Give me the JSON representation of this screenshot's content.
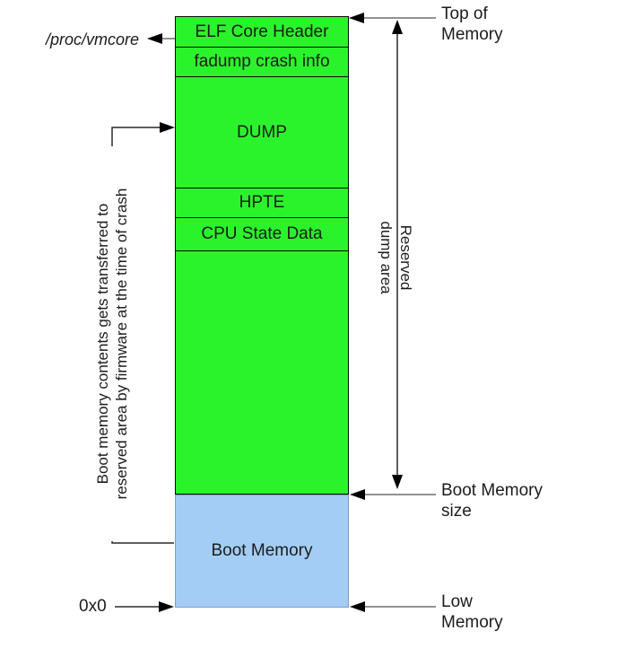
{
  "diagram": {
    "regions": {
      "sections": [
        {
          "label": "ELF Core Header"
        },
        {
          "label": "fadump crash info"
        },
        {
          "label": "DUMP"
        },
        {
          "label": "HPTE"
        },
        {
          "label": "CPU State Data"
        },
        {
          "label": ""
        }
      ],
      "boot_memory": {
        "label": "Boot Memory"
      }
    },
    "labels": {
      "proc_vmcore": "/proc/vmcore",
      "top_of_memory": "Top of Memory",
      "boot_memory_size": "Boot Memory size",
      "low_memory": "Low Memory",
      "zero_address": "0x0"
    },
    "rotated_notes": {
      "transfer_note": {
        "line1": "Boot memory contents gets transferred to",
        "line2": "reserved area by firmware at the time of crash"
      },
      "reserved_dump_area": {
        "line1": "Reserved",
        "line2": "dump area"
      }
    },
    "colors": {
      "reserved_area_fill": "#2bf32b",
      "boot_memory_fill": "#a3cdf4"
    }
  }
}
